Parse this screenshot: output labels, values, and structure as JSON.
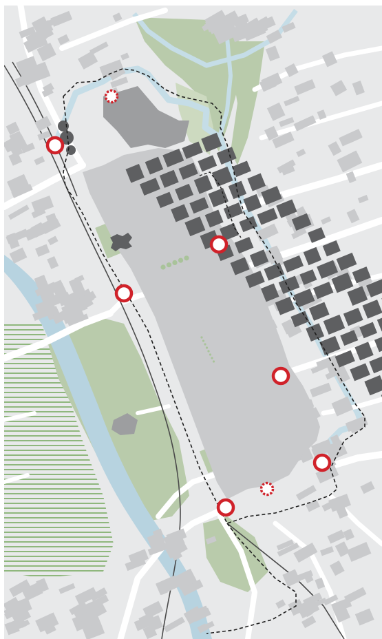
{
  "map": {
    "colors": {
      "background": "#e8e9ea",
      "street": "#ffffff",
      "building_light": "#c9cacc",
      "building_dark": "#5e5f61",
      "building_mid": "#9d9ea0",
      "park": "#b9cbab",
      "park_light": "#cddac0",
      "water": "#b7d3e0",
      "canal": "#c5dde7",
      "boundary": "#1e1e1e",
      "gate_marker": "#d0222a",
      "railway": "#4a4a4a",
      "tree": "#a9c39a",
      "field_stripe": "#8fb77d"
    },
    "gates_existing": [
      {
        "id": "gate-northwest"
      },
      {
        "id": "gate-west-park"
      },
      {
        "id": "gate-center"
      },
      {
        "id": "gate-east"
      },
      {
        "id": "gate-southeast"
      },
      {
        "id": "gate-south"
      }
    ],
    "gates_former": [
      {
        "id": "gate-north-former"
      },
      {
        "id": "gate-south-former"
      }
    ],
    "features": {
      "river": "river-icon",
      "canal": "canal-icon",
      "railway": "railway-icon",
      "old_town": "old-town-district",
      "city_boundary": "dashed-boundary"
    }
  }
}
